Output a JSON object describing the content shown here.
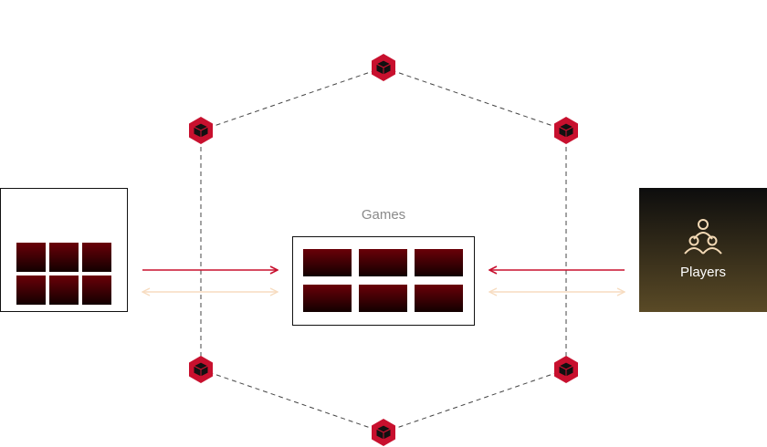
{
  "center": {
    "title": "Games"
  },
  "players": {
    "label": "Players",
    "icon": "players-group-icon"
  },
  "colors": {
    "accent_red": "#c8102e",
    "light_arrow": "#f7dcc0",
    "node_fill": "#111111",
    "tile_top": "#6a0008",
    "tile_bottom": "#120000",
    "players_top": "#0d0d0d",
    "players_bottom": "#5a4a26",
    "players_icon": "#f3d9b5",
    "dashed_line": "#444444"
  },
  "nodes": {
    "count": 6,
    "icon": "cube-icon"
  }
}
